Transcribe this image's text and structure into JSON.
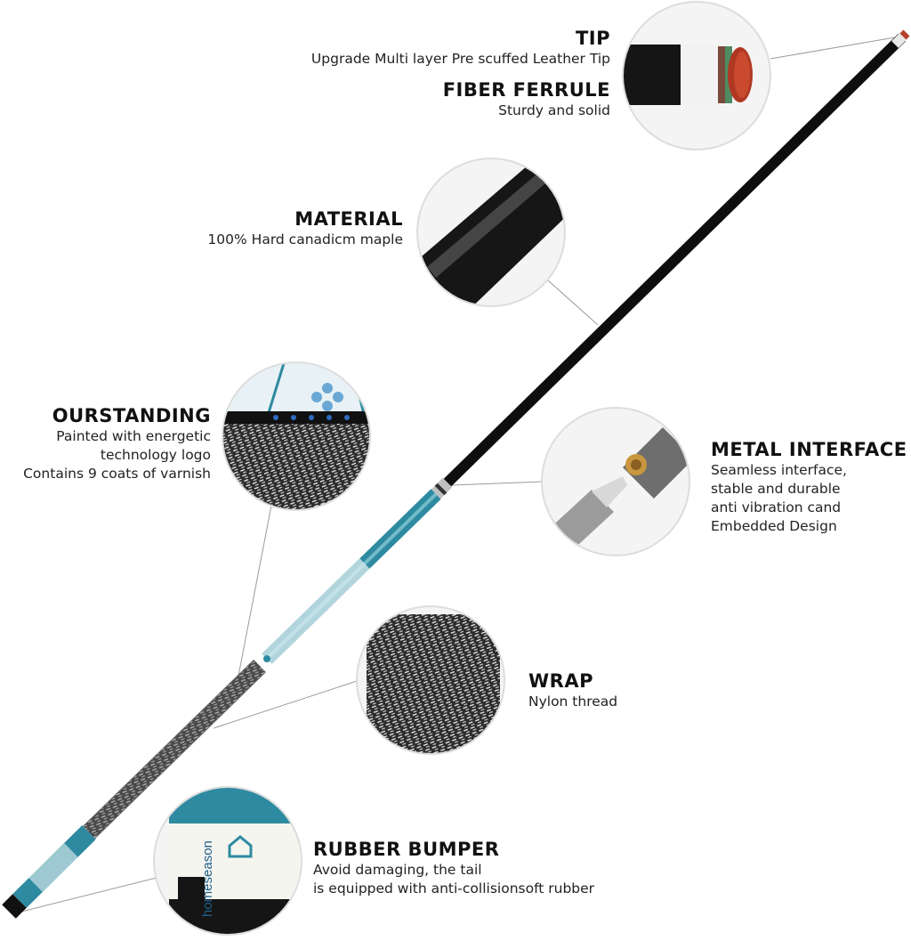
{
  "features": {
    "tip": {
      "title": "TIP",
      "desc": "Upgrade Multi layer Pre scuffed Leather Tip"
    },
    "ferrule": {
      "title": "FIBER FERRULE",
      "desc": "Sturdy and solid"
    },
    "material": {
      "title": "MATERIAL",
      "desc": "100% Hard canadicm maple"
    },
    "outstanding": {
      "title": "OURSTANDING",
      "desc_lines": [
        "Painted with energetic",
        "technology logo",
        "Contains 9 coats of varnish"
      ]
    },
    "interface": {
      "title": "METAL INTERFACE",
      "desc_lines": [
        "Seamless interface,",
        "stable and durable",
        "anti vibration cand",
        "Embedded Design"
      ]
    },
    "wrap": {
      "title": "WRAP",
      "desc": "Nylon thread"
    },
    "bumper": {
      "title": "RUBBER BUMPER",
      "desc_lines": [
        "Avoid damaging, the tail",
        "is equipped with anti-collisionsoft rubber"
      ]
    }
  },
  "brand": {
    "logo_text": "homeseason"
  },
  "colors": {
    "shaft": "#161616",
    "teal": "#2e8aa0",
    "wrap": "#6d6d6d",
    "leader": "#9a9a9a"
  }
}
